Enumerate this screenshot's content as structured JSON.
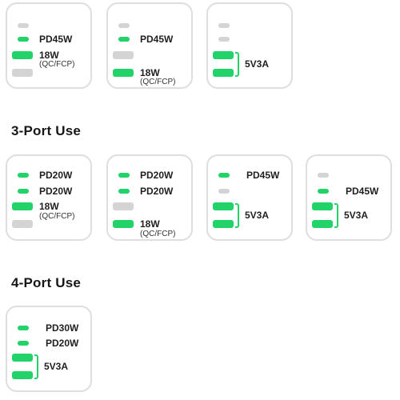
{
  "sections": [
    {
      "title": "3-Port Use"
    },
    {
      "title": "4-Port Use"
    }
  ],
  "row1": [
    {
      "l1": "PD45W",
      "l2": "18W",
      "l3": "(QC/FCP)"
    },
    {
      "l1": "PD45W",
      "l2": "18W",
      "l3": "(QC/FCP)"
    },
    {
      "l1": "5V3A"
    }
  ],
  "row2": [
    {
      "l1": "PD20W",
      "l2": "PD20W",
      "l3": "18W",
      "l4": "(QC/FCP)"
    },
    {
      "l1": "PD20W",
      "l2": "PD20W",
      "l3": "18W",
      "l4": "(QC/FCP)"
    },
    {
      "l1": "PD45W",
      "l2": "5V3A"
    },
    {
      "l1": "PD45W",
      "l2": "5V3A"
    }
  ],
  "row3": [
    {
      "l1": "PD30W",
      "l2": "PD20W",
      "l3": "5V3A"
    }
  ],
  "colors": {
    "active": "#22d36a",
    "inactive": "#d4d4d4",
    "border": "#dedede"
  }
}
